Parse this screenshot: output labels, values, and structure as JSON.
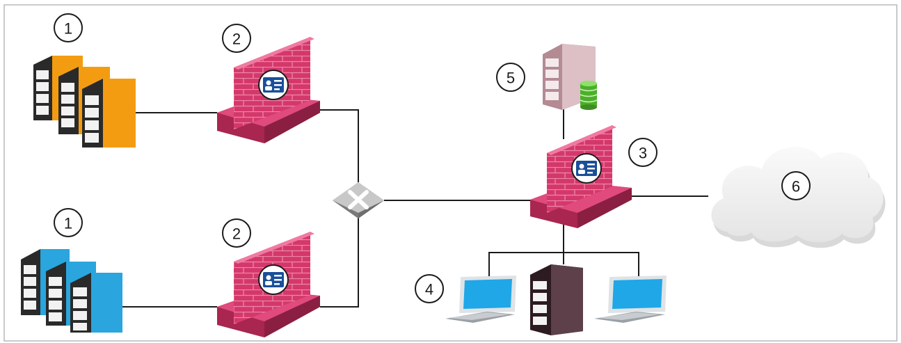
{
  "colors": {
    "orange_servers": "#f39c12",
    "blue_servers": "#2aa5dd",
    "firewall": "#d23c6e",
    "server_5": "#d6b3b9",
    "server_4": "#5a3a45",
    "monitor_screen": "#1fa7e8",
    "cloud": "#f4f4f4",
    "wire": "#1a1a1a"
  },
  "icons": {
    "servers": "server-rack-icon",
    "firewall": "brick-firewall-with-id-card-icon",
    "switch": "network-switch-icon",
    "database": "database-cylinder-icon",
    "cloud": "cloud-icon",
    "workstation": "desktop-monitor-icon"
  },
  "labels": {
    "servers_orange": "1",
    "servers_blue": "1",
    "firewall_top": "2",
    "firewall_bottom": "2",
    "firewall_main": "3",
    "clients": "4",
    "db_server": "5",
    "internet": "6"
  }
}
